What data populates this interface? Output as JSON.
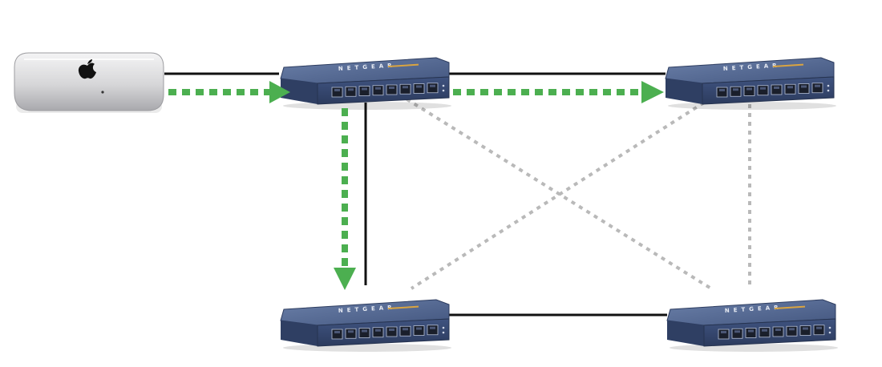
{
  "diagram": {
    "brand_label": "NETGEAR",
    "nodes": [
      {
        "id": "computer",
        "kind": "mac-mini"
      },
      {
        "id": "switch-1",
        "kind": "switch"
      },
      {
        "id": "switch-2",
        "kind": "switch"
      },
      {
        "id": "switch-3",
        "kind": "switch"
      },
      {
        "id": "switch-4",
        "kind": "switch"
      }
    ],
    "cable_links": [
      {
        "from": "computer",
        "to": "switch-1"
      },
      {
        "from": "switch-1",
        "to": "switch-2"
      },
      {
        "from": "switch-1",
        "to": "switch-3"
      },
      {
        "from": "switch-3",
        "to": "switch-4"
      }
    ],
    "blocked_links": [
      {
        "from": "switch-1",
        "to": "switch-4"
      },
      {
        "from": "switch-2",
        "to": "switch-3"
      },
      {
        "from": "switch-2",
        "to": "switch-4"
      }
    ],
    "traffic_flows": [
      {
        "from": "computer",
        "to": "switch-1"
      },
      {
        "from": "switch-1",
        "to": "switch-2"
      },
      {
        "from": "switch-1",
        "to": "switch-3"
      }
    ],
    "colors": {
      "cable": "#111111",
      "blocked": "#b9b9b9",
      "traffic": "#4caf50",
      "switch_body": "#3d5077",
      "switch_top": "#5a6f98",
      "port": "#1a1f2b",
      "mac_body": "#d9d9db"
    }
  }
}
